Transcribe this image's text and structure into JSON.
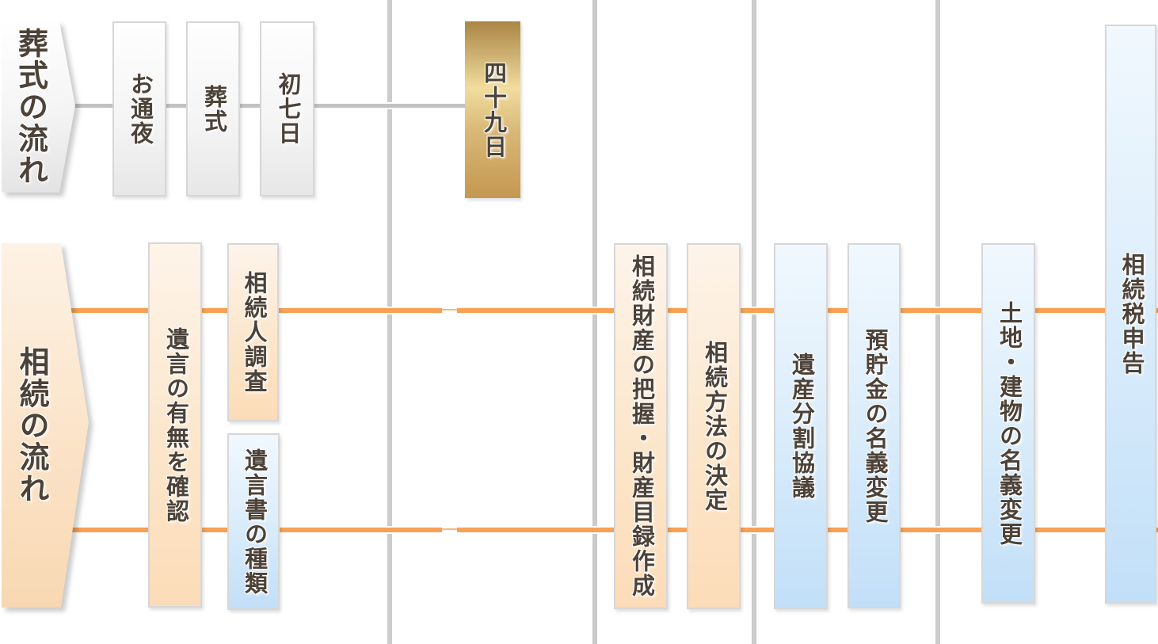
{
  "palette": {
    "orange_flow_line": "#f8a053",
    "gray_timeline_line": "#cbcbcb",
    "gray_connector_line": "#c2c2c2",
    "white_box_gradient": [
      "#fefefe",
      "#e7e7e7"
    ],
    "peach_box_gradient": [
      "#fdf4ea",
      "#fcdcb8"
    ],
    "blue_box_gradient": [
      "#f1f8fe",
      "#c2dff8"
    ],
    "gold_box_gradient": [
      "#aa8546",
      "#f1dd9d",
      "#c49850"
    ],
    "text_color": "#4c4238"
  },
  "funeral_flow": {
    "title": "葬式の流れ",
    "steps": [
      {
        "label": "お通夜",
        "style": "white"
      },
      {
        "label": "葬式",
        "style": "white"
      },
      {
        "label": "初七日",
        "style": "white"
      },
      {
        "label": "四十九日",
        "style": "gold"
      }
    ]
  },
  "inheritance_flow": {
    "title": "相続の流れ",
    "steps": [
      {
        "label": "遺言の有無を確認",
        "style": "peach"
      },
      {
        "label": "相続人調査",
        "style": "peach"
      },
      {
        "label": "遺言書の種類",
        "style": "blue"
      },
      {
        "label": "相続財産の把握・財産目録作成",
        "style": "peach"
      },
      {
        "label": "相続方法の決定",
        "style": "peach"
      },
      {
        "label": "遺産分割協議",
        "style": "blue"
      },
      {
        "label": "預貯金の名義変更",
        "style": "blue"
      },
      {
        "label": "土地・建物の名義変更",
        "style": "blue"
      },
      {
        "label": "相続税申告",
        "style": "blue"
      }
    ]
  }
}
